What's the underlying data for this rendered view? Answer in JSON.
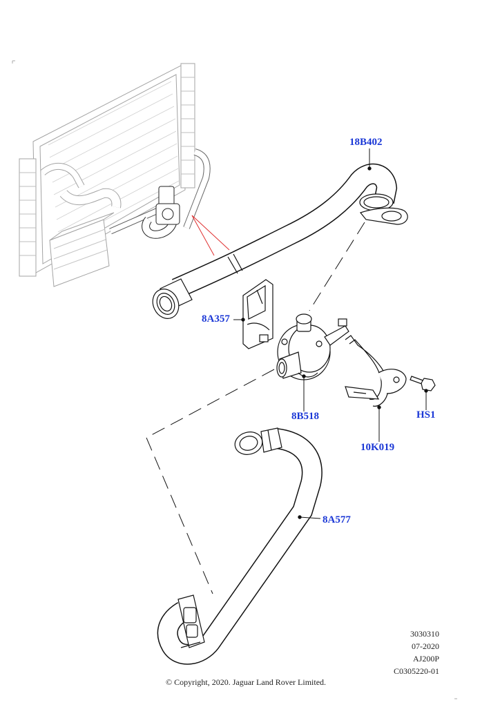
{
  "callouts": {
    "hose_upper": "18B402",
    "bracket": "8A357",
    "pump": "8B518",
    "strap": "10K019",
    "bolt": "HS1",
    "hose_lower": "8A577"
  },
  "meta": {
    "line1": "3030310",
    "line2": "07-2020",
    "line3": "AJ200P",
    "line4": "C0305220-01"
  },
  "copyright": "© Copyright, 2020. Jaguar Land Rover Limited.",
  "colors": {
    "callout": "#1a37d6",
    "line": "#111111",
    "faded": "#9a9a9a",
    "leader_red": "#e03030"
  }
}
